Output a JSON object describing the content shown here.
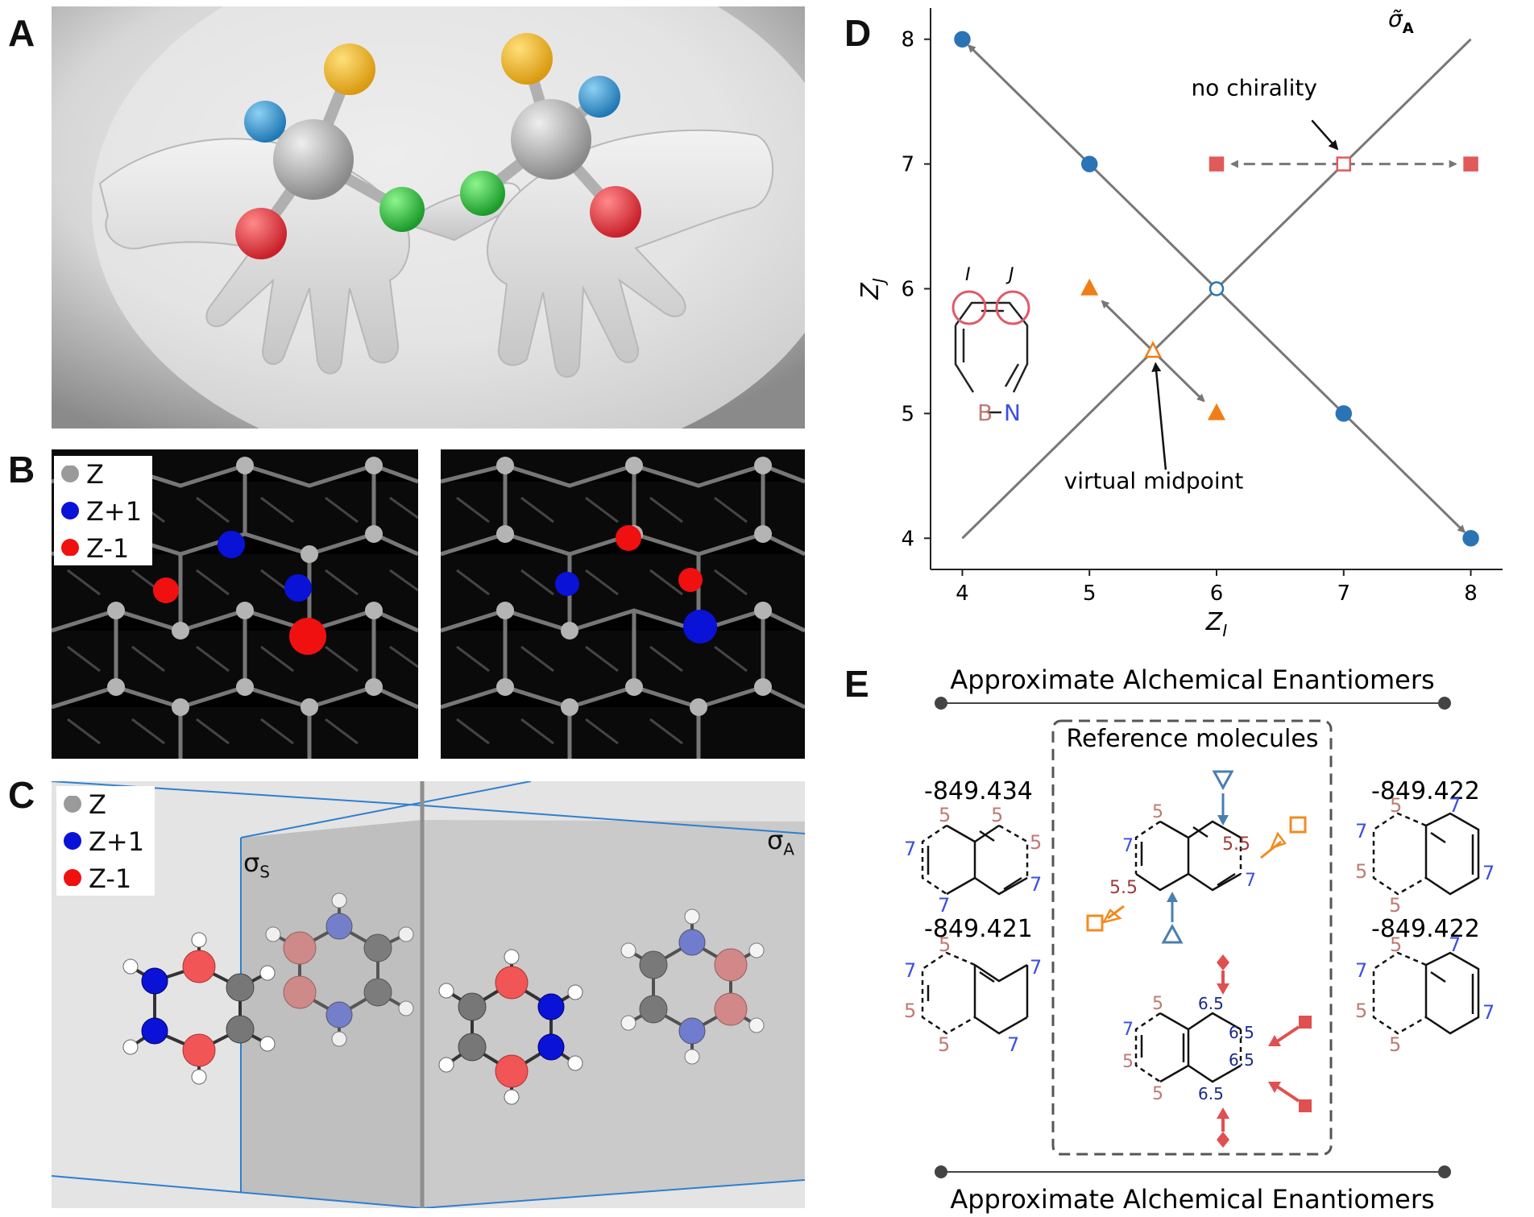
{
  "panel_letters": {
    "a": "A",
    "b": "B",
    "c": "C",
    "d": "D",
    "e": "E"
  },
  "legend": {
    "z": "Z",
    "zp1": "Z+1",
    "zm1": "Z-1",
    "color_z": "#9a9a9a",
    "color_zp1": "#0a12d8",
    "color_zm1": "#f01010"
  },
  "panel_c": {
    "sigma_s": "σ",
    "sigma_s_sub": "S",
    "sigma_a": "σ",
    "sigma_a_sub": "A"
  },
  "chart_data": {
    "type": "scatter",
    "xlabel": "Z",
    "xlabel_sub": "I",
    "ylabel": "Z",
    "ylabel_sub": "J",
    "xlim": [
      3.75,
      8.25
    ],
    "ylim": [
      3.75,
      8.25
    ],
    "xticks": [
      "4",
      "5",
      "6",
      "7",
      "8"
    ],
    "yticks": [
      "4",
      "5",
      "6",
      "7",
      "8"
    ],
    "diagonal_label": "σ̃",
    "diagonal_label_sub": "A",
    "annotations": {
      "no_chirality": "no chirality",
      "virtual_midpoint": "virtual midpoint"
    },
    "series": [
      {
        "marker": "circle",
        "color": "#2a74b5",
        "points": [
          [
            4,
            8
          ],
          [
            5,
            7
          ],
          [
            7,
            5
          ],
          [
            8,
            4
          ]
        ],
        "open": [
          [
            6,
            6
          ]
        ]
      },
      {
        "marker": "square",
        "color": "#e05a5a",
        "points": [
          [
            6,
            7
          ],
          [
            8,
            7
          ]
        ],
        "open": [
          [
            7,
            7
          ]
        ]
      },
      {
        "marker": "triangle",
        "color": "#f07e16",
        "points": [
          [
            5,
            6
          ],
          [
            6,
            5
          ]
        ],
        "open": [
          [
            5.5,
            5.5
          ]
        ]
      }
    ],
    "inset": {
      "label_i": "I",
      "label_j": "J",
      "atom_b": "B",
      "atom_n": "N"
    }
  },
  "panel_e": {
    "title_top": "Approximate Alchemical Enantiomers",
    "title_bottom": "Approximate Alchemical Enantiomers",
    "reference": "Reference molecules",
    "energies": [
      "-849.434",
      "-849.421",
      "-849.422",
      "-849.422"
    ],
    "labels": {
      "five": "5",
      "seven": "7",
      "five_five": "5.5",
      "six_five": "6.5"
    },
    "color_blue": "#3a4fe0",
    "color_pink": "#c07a74",
    "color_darkred": "#9e3a3a",
    "color_navy": "#1a2a8a",
    "color_arrow_blue": "#4a7fb0",
    "color_arrow_orange": "#f08c20",
    "color_arrow_red": "#e05050"
  }
}
